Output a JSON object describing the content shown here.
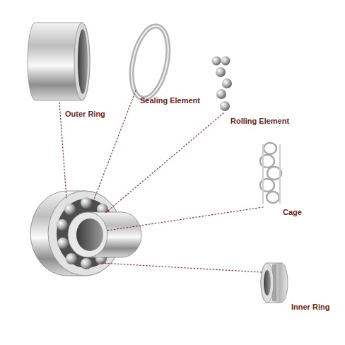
{
  "diagram": {
    "labels": [
      "Outer Ring",
      "Sealing Element",
      "Rolling Element",
      "Cage",
      "Inner Ring"
    ]
  }
}
